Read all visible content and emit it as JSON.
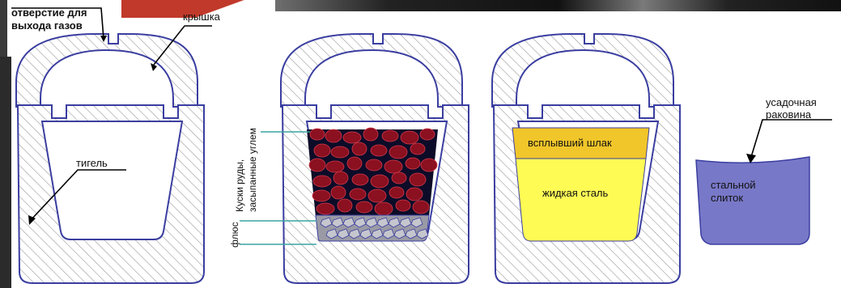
{
  "labels": {
    "gas_vent": [
      "отверстие для",
      "выхода газов"
    ],
    "lid": "крышка",
    "crucible": "тигель",
    "ore_pieces": [
      "Куски руды,",
      "засыпанные углем"
    ],
    "flux": "флюс",
    "floated_slag": "всплывший шлак",
    "liquid_steel": "жидкая сталь",
    "shrinkage_cavity": [
      "усадочная",
      "раковина"
    ],
    "steel_ingot": [
      "стальной",
      "слиток"
    ]
  },
  "colors": {
    "outline": "#3a3ea0",
    "hatch": "#9a9a9a",
    "ore": "#8b1020",
    "charge_bg": "#0c0c28",
    "flux": "#9a9aa6",
    "slag": "#f1c62a",
    "steel": "#fffb55",
    "ingot": "#7878c8",
    "leader": "#3aa3a3"
  }
}
